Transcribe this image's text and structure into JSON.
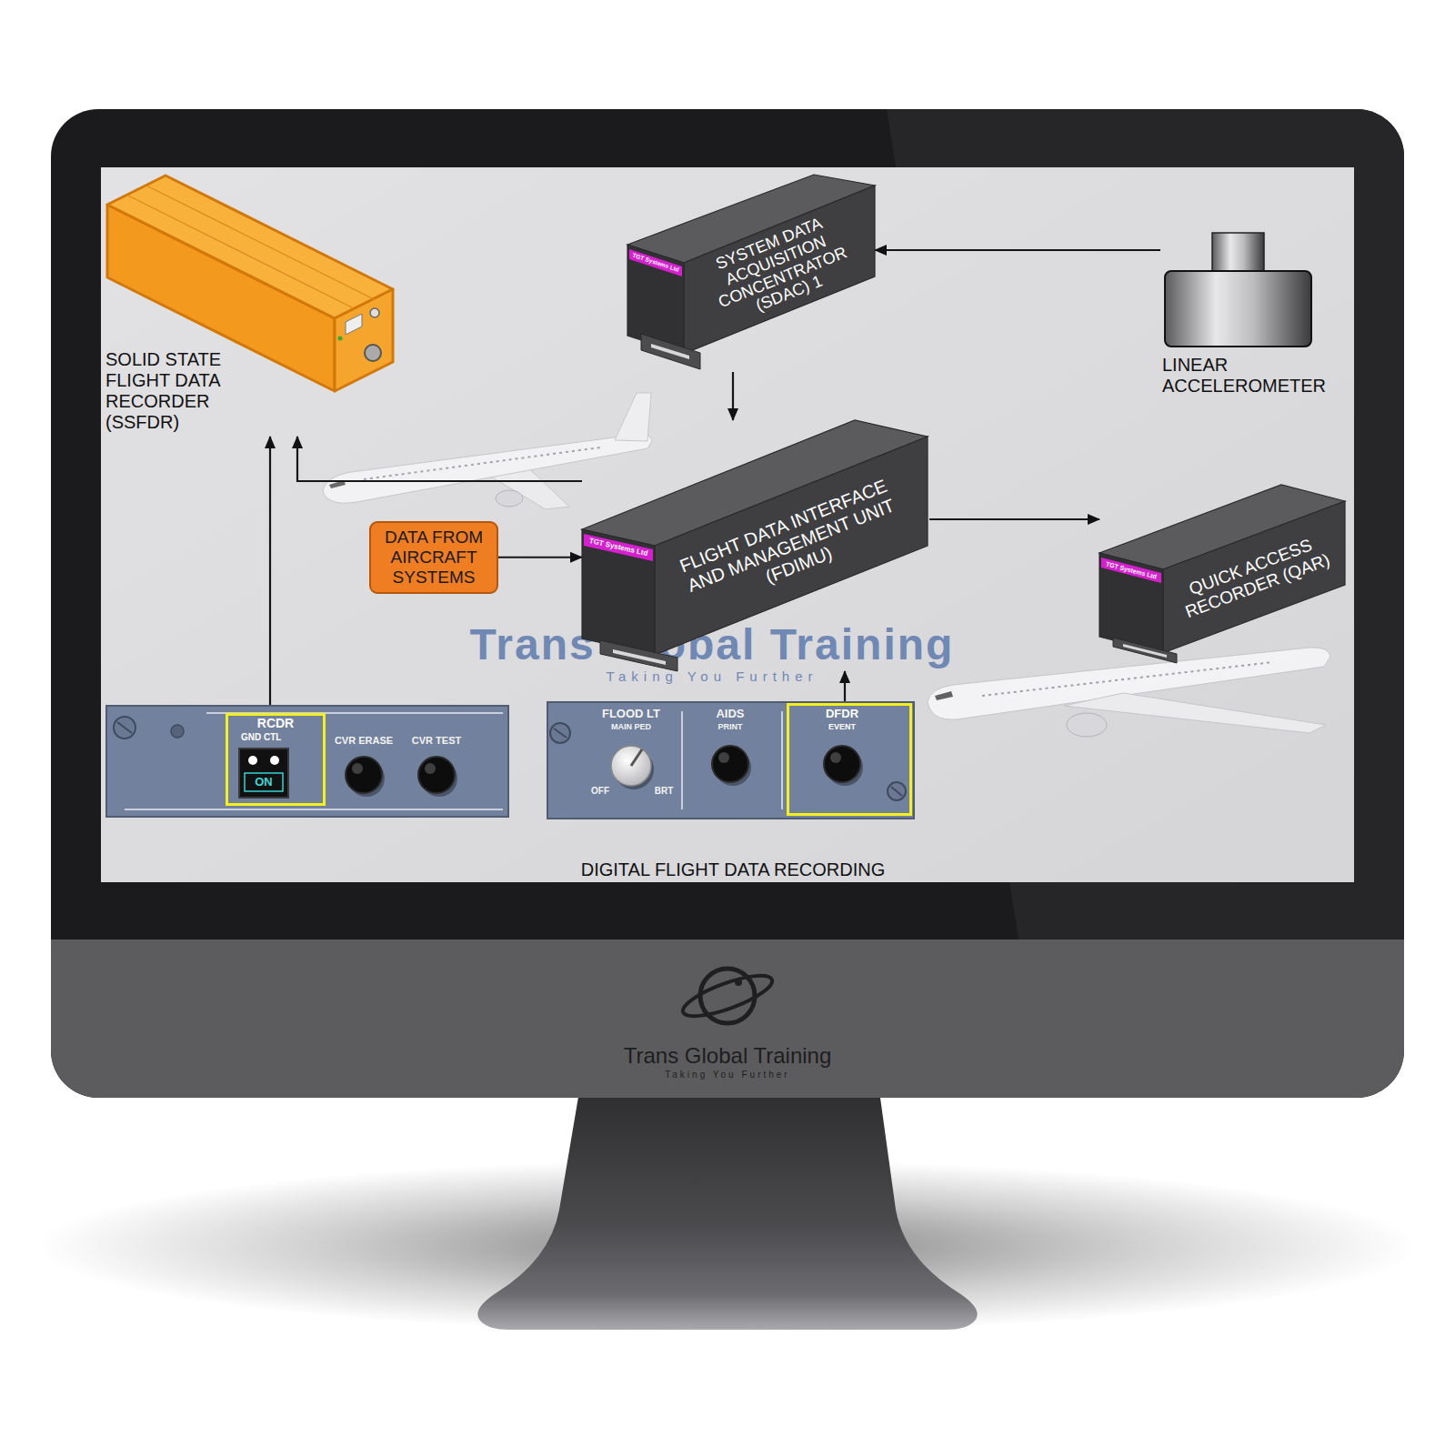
{
  "diagram": {
    "caption": "DIGITAL FLIGHT DATA RECORDING",
    "nodes": [
      {
        "text": [
          "SOLID STATE FLIGHT DATA RECORDER (SSFDR)"
        ]
      },
      {
        "text": [
          "SYSTEM DATA ACQUISITION CONCENTRATOR (SDAC) 1",
          "TGT Systems Ltd"
        ]
      },
      {
        "text": [
          "LINEAR ACCELEROMETER"
        ]
      },
      {
        "text": [
          "DATA FROM AIRCRAFT SYSTEMS"
        ]
      },
      {
        "text": [
          "FLIGHT DATA INTERFACE AND MANAGEMENT UNIT (FDIMU)",
          "TGT Systems Ltd"
        ]
      },
      {
        "text": [
          "QUICK ACCESS RECORDER (QAR)",
          "TGT Systems Ltd"
        ]
      },
      {
        "text": [
          "CVR ERASE",
          "CVR TEST"
        ]
      },
      {
        "text": [
          "RCDR",
          "GND CTL",
          "ON"
        ],
        "in": 6
      },
      {
        "text": [
          "FLOOD LT",
          "MAIN PED",
          "OFF",
          "BRT",
          "AIDS",
          "PRINT"
        ]
      },
      {
        "text": [
          "DFDR",
          "EVENT"
        ],
        "in": 8
      }
    ],
    "edges": [
      {
        "from": 2,
        "to": 1,
        "arrow": "to"
      },
      {
        "from": 1,
        "to": 4,
        "arrow": "to"
      },
      {
        "from": 3,
        "to": 4,
        "arrow": "to"
      },
      {
        "from": 4,
        "to": 0,
        "arrow": "to"
      },
      {
        "from": 4,
        "to": 5,
        "arrow": "to"
      },
      {
        "from": 7,
        "to": 0,
        "arrow": "to"
      },
      {
        "from": 9,
        "to": 4,
        "arrow": "to"
      }
    ],
    "labels": [
      "Trans Global Training",
      "Taking You Further",
      "Trans Global Training",
      "Taking You Further"
    ]
  }
}
